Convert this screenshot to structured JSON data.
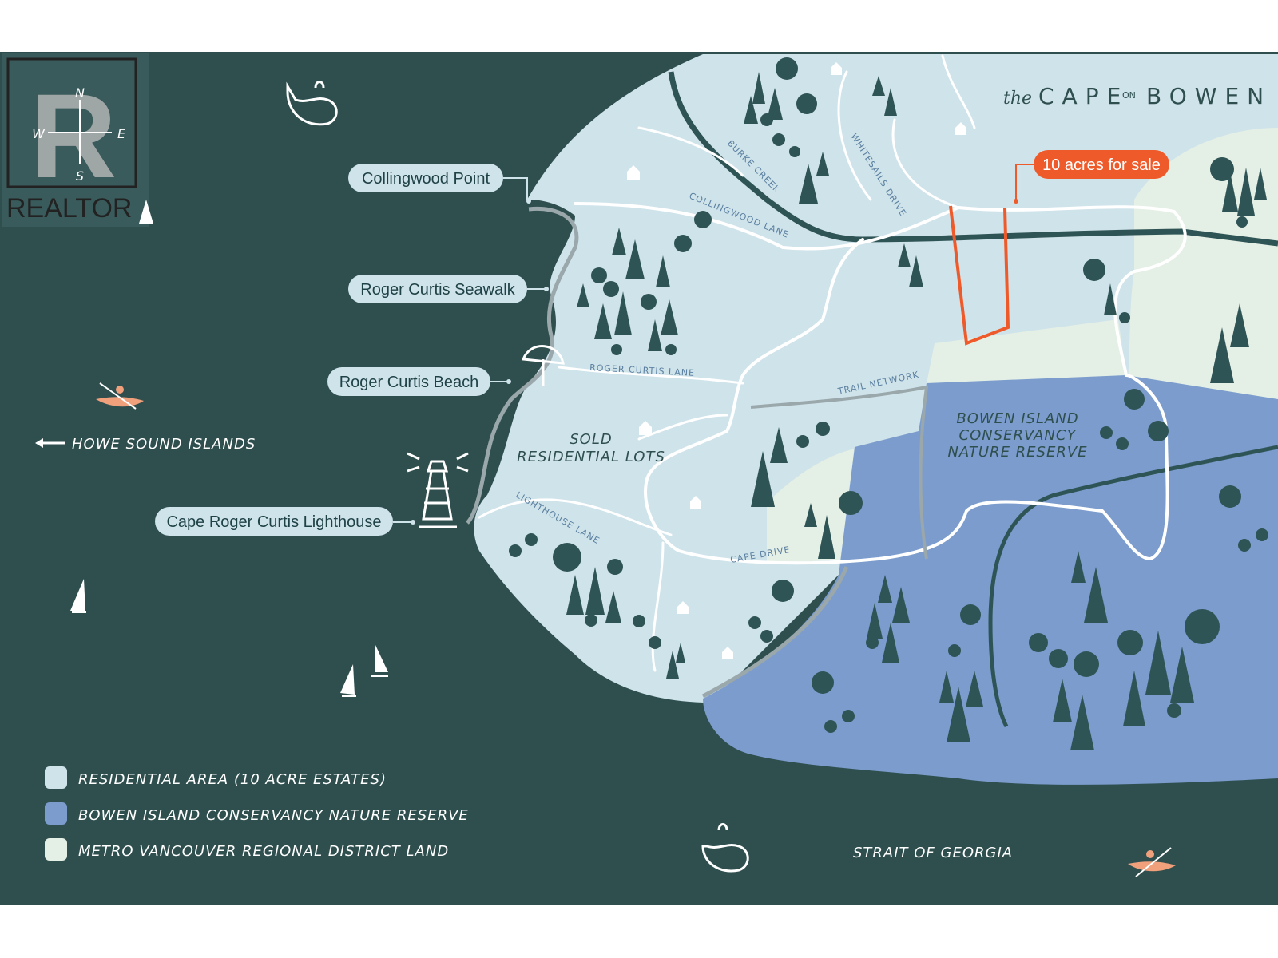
{
  "brand": {
    "prefix": "the",
    "name_a": "CAPE",
    "name_on": "ON",
    "name_b": "BOWEN"
  },
  "watermark": {
    "text": "REALTOR",
    "compass": [
      "N",
      "E",
      "S",
      "W"
    ]
  },
  "callouts": {
    "collingwood_point": "Collingwood Point",
    "seawalk": "Roger Curtis Seawalk",
    "beach": "Roger Curtis Beach",
    "lighthouse": "Cape Roger Curtis Lighthouse",
    "for_sale": "10 acres for sale"
  },
  "direction": {
    "howe_sound": "HOWE SOUND ISLANDS"
  },
  "areas": {
    "sold_line1": "SOLD",
    "sold_line2": "RESIDENTIAL LOTS",
    "reserve_line1": "BOWEN ISLAND",
    "reserve_line2": "CONSERVANCY",
    "reserve_line3": "NATURE RESERVE"
  },
  "roads": {
    "burke_creek": "BURKE CREEK",
    "collingwood_lane": "COLLINGWOOD LANE",
    "whitesails_drive": "WHITESAILS DRIVE",
    "roger_curtis_lane": "ROGER CURTIS LANE",
    "trail_network": "TRAIL NETWORK",
    "lighthouse_lane": "LIGHTHOUSE LANE",
    "cape_drive": "CAPE DRIVE"
  },
  "water": {
    "strait": "STRAIT OF GEORGIA"
  },
  "legend": [
    {
      "label": "RESIDENTIAL AREA (10 ACRE ESTATES)",
      "color": "#cfe3ea"
    },
    {
      "label": "BOWEN ISLAND CONSERVANCY NATURE RESERVE",
      "color": "#7b9ccc"
    },
    {
      "label": "METRO VANCOUVER REGIONAL DISTRICT LAND",
      "color": "#e4efe5"
    }
  ],
  "colors": {
    "sea": "#2f4f4f",
    "residential": "#cfe3ea",
    "reserve": "#7b9ccc",
    "regional": "#e4efe5",
    "accent": "#ef5a2a",
    "tree": "#2f5456"
  }
}
